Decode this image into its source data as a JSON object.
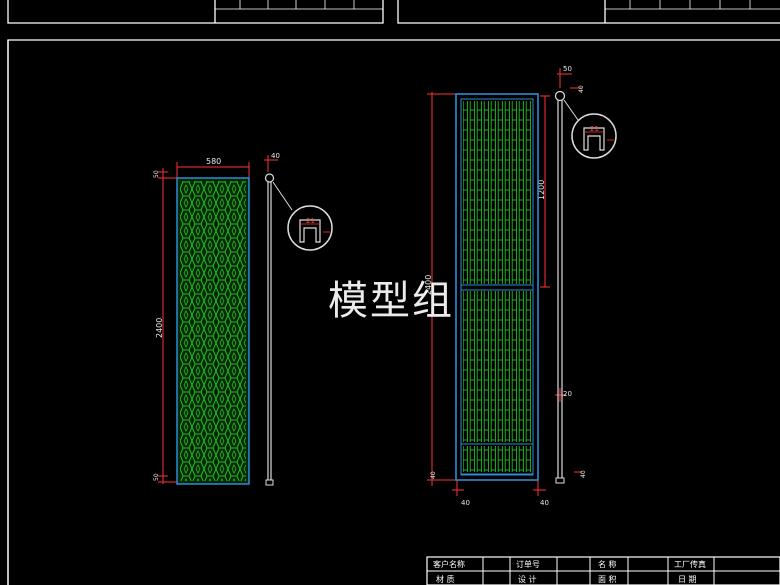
{
  "colors": {
    "background": "#000000",
    "frame": "#ffffff",
    "dimension": "#ff3333",
    "panel_outline": "#2b8bd8",
    "lattice": "#20c020",
    "lattice_fill": "#0a4a0a",
    "label_text": "#ffffff",
    "dim_text": "#e8e8e8",
    "detail_text": "#ff4040"
  },
  "watermark": "模型组",
  "left_panel": {
    "width_label": "580",
    "top_label": "40",
    "height_label": "2400",
    "end_label_top": "50",
    "end_label_bottom": "50",
    "detail_label": "21",
    "pattern": "hex-lattice"
  },
  "right_panel": {
    "top_label": "50",
    "detail_top_label": "40",
    "upper_label": "1200",
    "height_label": "2400",
    "mid_label": "20",
    "side_bottom_label": "40",
    "bottom_left_label": "40",
    "bottom_right_label": "40",
    "foot_label": "40",
    "detail_label": "21",
    "pattern": "vertical-slats"
  },
  "title_block": {
    "row1": [
      "客户名称",
      "",
      "订单号",
      "",
      "名 称",
      "",
      "工厂传真"
    ],
    "row2": [
      "材 质",
      "",
      "设 计",
      "",
      "面 积",
      "",
      "日 期"
    ]
  }
}
